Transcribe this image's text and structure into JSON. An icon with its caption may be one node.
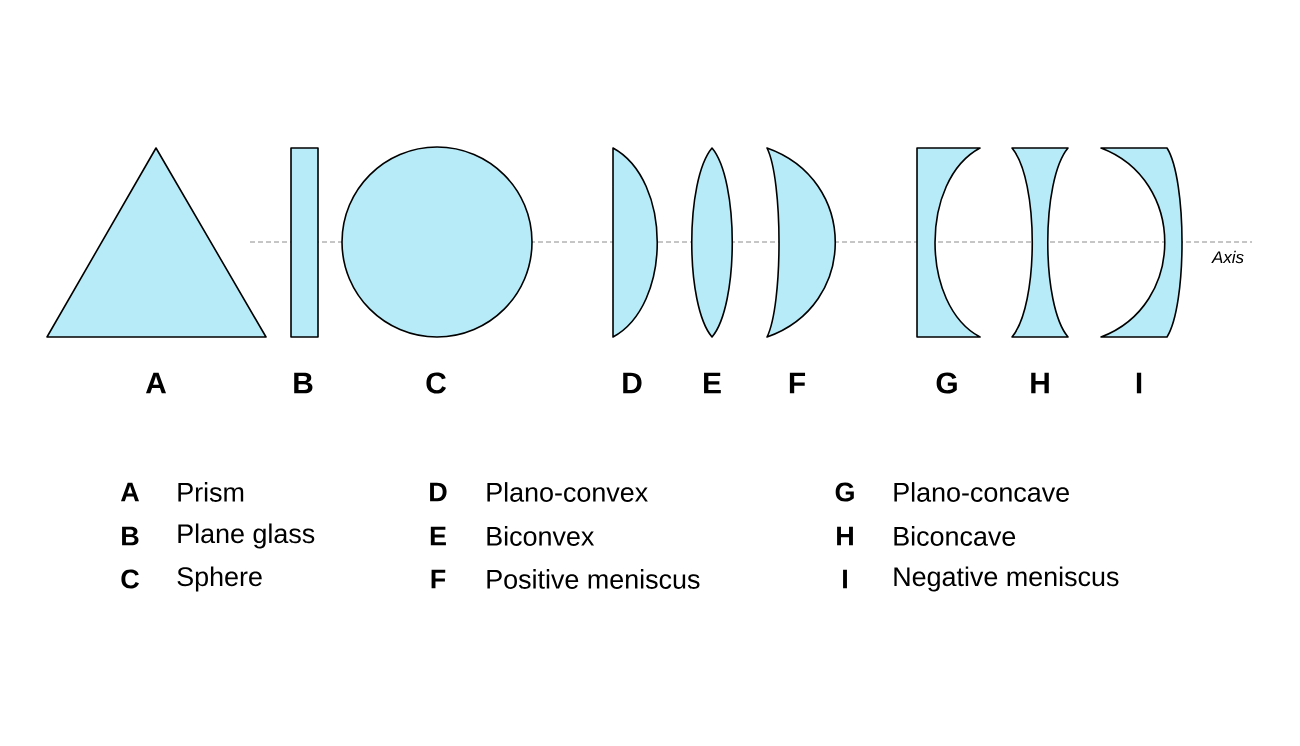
{
  "diagram": {
    "labels": [
      "Axis",
      "A",
      "B",
      "C",
      "D",
      "E",
      "F",
      "G",
      "H",
      "I",
      "A",
      "Prism",
      "D",
      "Plano-convex",
      "G",
      "Plano-concave",
      "B",
      "Plane glass",
      "E",
      "Biconvex",
      "H",
      "Biconcave",
      "C",
      "Sphere",
      "F",
      "Positive meniscus",
      "I",
      "Negative meniscus"
    ]
  }
}
